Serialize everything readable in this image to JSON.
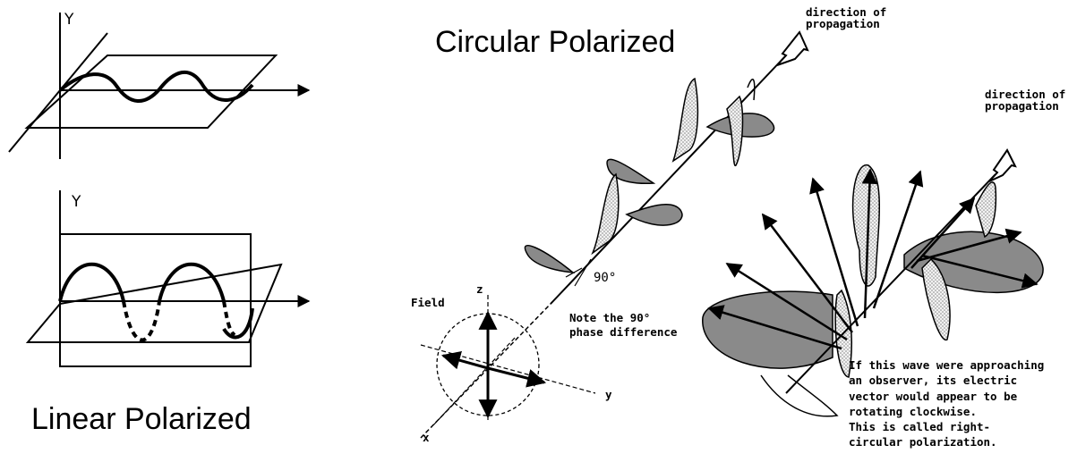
{
  "linear": {
    "title": "Linear Polarized",
    "top_axis_label": "Y",
    "bottom_axis_label": "Y"
  },
  "circular": {
    "title": "Circular Polarized",
    "propagation_label_1": "direction of\npropagation",
    "propagation_label_2": "direction of\npropagation",
    "phase_angle": "90°",
    "field_label": "Field",
    "z_label": "z",
    "x_label": "x",
    "y_label": "y",
    "phase_note": "Note the 90°\nphase difference",
    "rotation_note": "If this wave were approaching\nan observer, its electric\nvector would appear to be\nrotating clockwise.\nThis is called right-\ncircular polarization."
  },
  "colors": {
    "stroke": "#000000",
    "shade": "#8a8a8a",
    "stipple": "#d9d9d9"
  }
}
